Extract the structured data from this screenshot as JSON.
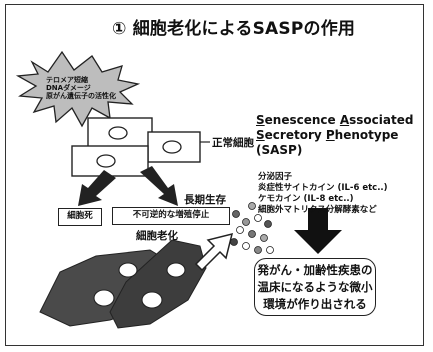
{
  "title": "① 細胞老化によるSASPの作用",
  "stress": {
    "lines": [
      "テロメア短縮",
      "DNAダメージ",
      "原がん遺伝子の活性化"
    ]
  },
  "normal_cell_label": "正常細胞",
  "long_survival_label": "長期生存",
  "cell_death_label": "細胞死",
  "arrest_label": "不可逆的な増殖停止",
  "senescence_label": "細胞老化",
  "sasp": {
    "line1_s": "S",
    "line1_rest": "enescence ",
    "line1_a": "A",
    "line1_rest2": "ssociated",
    "line2_s": "S",
    "line2_rest": "ecretory ",
    "line2_p": "P",
    "line2_rest2": "henotype",
    "line3": "(SASP)"
  },
  "factors": [
    "分泌因子",
    "炎症性サイトカイン (IL-6 etc..)",
    "ケモカイン (IL-8 etc..)",
    "細胞外マトリクス分解酵素など"
  ],
  "result": {
    "lines": [
      "発がん・加齢性疾患の",
      "温床になるような微小",
      "環境が作り出される"
    ]
  },
  "colors": {
    "line": "#222222",
    "fill_dark": "#444444",
    "starburst": "#bdbdbd"
  }
}
